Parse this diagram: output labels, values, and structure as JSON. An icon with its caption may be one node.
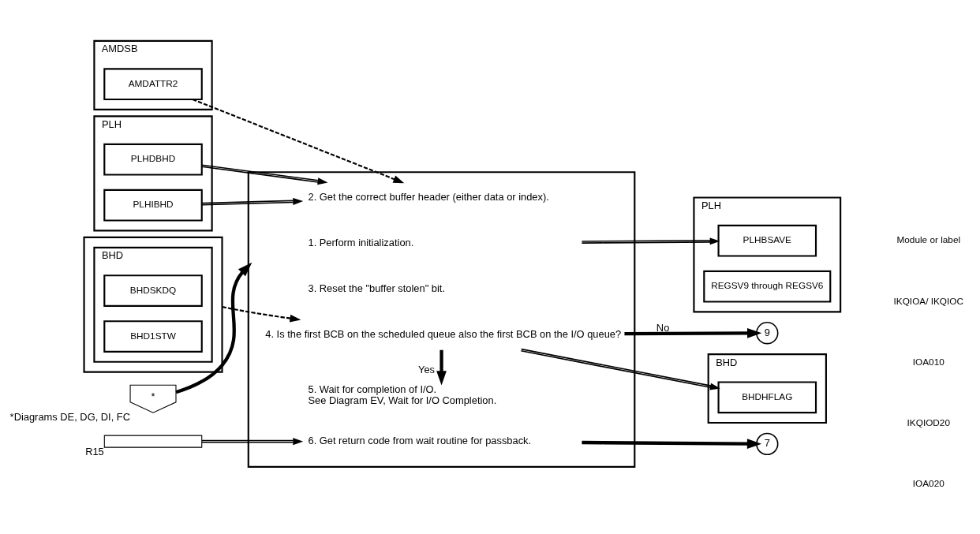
{
  "diagram": {
    "nodes": [
      {
        "text": [
          "AMDSB"
        ]
      },
      {
        "text": [
          "AMDATTR2"
        ],
        "in": 0
      },
      {
        "text": [
          "PLH"
        ]
      },
      {
        "text": [
          "PLHDBHD"
        ],
        "in": 2
      },
      {
        "text": [
          "PLHIBHD"
        ],
        "in": 2
      },
      {
        "text": [],
        "shape": "box"
      },
      {
        "text": [
          "BHD"
        ],
        "in": 5
      },
      {
        "text": [
          "BHDSKDQ"
        ],
        "in": 6
      },
      {
        "text": [
          "BHD1STW"
        ],
        "in": 6
      },
      {
        "text": [
          "R15"
        ]
      },
      {
        "text": [
          "*"
        ],
        "beside": [
          "*Diagrams DE, DG, DI, FC"
        ]
      },
      {
        "text": [],
        "shape": "box"
      },
      {
        "text": [
          "1. Perform initialization."
        ],
        "in": 11
      },
      {
        "text": [
          "2. Get the correct buffer header (either data or index)."
        ],
        "in": 11
      },
      {
        "text": [
          "3. Reset the \"buffer stolen\" bit."
        ],
        "in": 11
      },
      {
        "text": [
          "4. Is the first BCB on the scheduled queue also the first BCB on the I/O queue?"
        ],
        "in": 11
      },
      {
        "text": [
          "5. Wait for completion of I/O.",
          "See Diagram EV, Wait for I/O Completion."
        ],
        "in": 11
      },
      {
        "text": [
          "6. Get return code from wait routine for passback."
        ],
        "in": 11
      },
      {
        "text": [
          "9"
        ]
      },
      {
        "text": [
          "7"
        ]
      },
      {
        "text": [
          "PLH"
        ]
      },
      {
        "text": [
          "PLHBSAVE"
        ],
        "in": 20
      },
      {
        "text": [
          "REGSV9 through REGSV6"
        ],
        "in": 20
      },
      {
        "text": [
          "BHD"
        ]
      },
      {
        "text": [
          "BHDHFLAG"
        ],
        "in": 23
      }
    ],
    "edges": [
      {
        "from": 10,
        "to": 11,
        "arrow": "to",
        "style": "thick"
      },
      {
        "from": 1,
        "to": 13,
        "arrow": "to",
        "style": "dashed"
      },
      {
        "from": 3,
        "to": 13,
        "arrow": "to"
      },
      {
        "from": 4,
        "to": 13,
        "arrow": "to"
      },
      {
        "from": 5,
        "to": 15,
        "arrow": "to",
        "style": "dashed"
      },
      {
        "from": 9,
        "to": 17,
        "arrow": "to"
      },
      {
        "from": 12,
        "to": 21,
        "arrow": "to"
      },
      {
        "from": 15,
        "to": 24,
        "arrow": "to"
      },
      {
        "from": 15,
        "to": 16,
        "arrow": "to",
        "label": "Yes",
        "style": "thick"
      },
      {
        "from": 15,
        "to": 18,
        "arrow": "to",
        "label": "No",
        "style": "thick"
      },
      {
        "from": 17,
        "to": 19,
        "arrow": "to",
        "style": "thick"
      }
    ],
    "labels": [
      "Module or label",
      "IKQIOA/ IKQIOC",
      "IOA010",
      "IKQIOD20",
      "IOA020"
    ]
  }
}
